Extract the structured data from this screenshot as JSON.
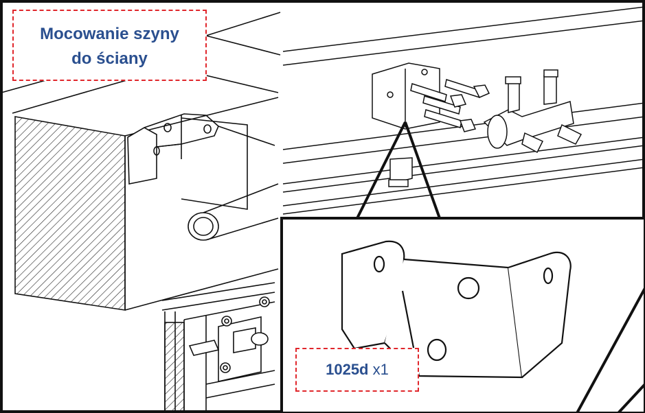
{
  "title": {
    "line1": "Mocowanie szyny",
    "line2": "do ściany"
  },
  "part": {
    "code": "1025d",
    "quantity": "x1"
  },
  "colors": {
    "callout_border": "#e0262b",
    "callout_text": "#2a4f8f",
    "line_art": "#111111"
  }
}
